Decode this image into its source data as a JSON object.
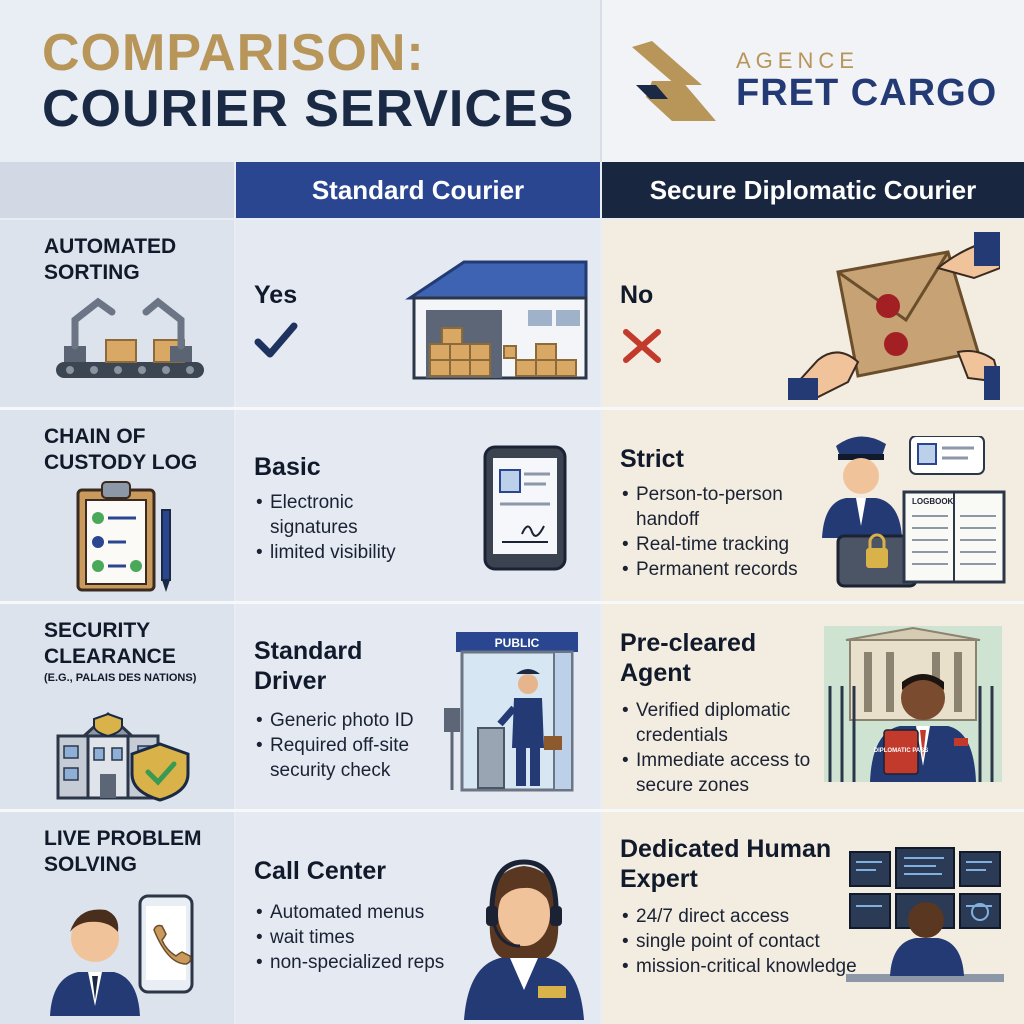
{
  "header": {
    "title_line1": "COMPARISON:",
    "title_line2": "COURIER SERVICES",
    "logo_agence": "AGENCE",
    "logo_name": "FRET CARGO"
  },
  "columns": {
    "standard": "Standard Courier",
    "secure": "Secure Diplomatic Courier"
  },
  "rows": [
    {
      "label": "AUTOMATED SORTING",
      "label_sub": "",
      "standard": {
        "title": "Yes",
        "bullets": []
      },
      "secure": {
        "title": "No",
        "bullets": []
      }
    },
    {
      "label": "CHAIN OF CUSTODY LOG",
      "label_sub": "",
      "standard": {
        "title": "Basic",
        "bullets": [
          "Electronic signatures",
          "limited visibility"
        ]
      },
      "secure": {
        "title": "Strict",
        "bullets": [
          "Person-to-person handoff",
          "Real-time tracking",
          "Permanent records"
        ],
        "logbook_label": "LOGBOOK"
      }
    },
    {
      "label": "SECURITY CLEARANCE",
      "label_sub": "(e.g., PALAIS DES NATIONS)",
      "standard": {
        "title": "Standard Driver",
        "bullets": [
          "Generic photo ID",
          "Required off-site security check"
        ],
        "sign": "PUBLIC"
      },
      "secure": {
        "title": "Pre-cleared Agent",
        "bullets": [
          "Verified diplomatic credentials",
          "Immediate access to secure zones"
        ],
        "pass": "DIPLOMATIC PASS"
      }
    },
    {
      "label": "LIVE PROBLEM SOLVING",
      "label_sub": "",
      "standard": {
        "title": "Call Center",
        "bullets": [
          "Automated menus",
          "wait times",
          "non-specialized reps"
        ]
      },
      "secure": {
        "title": "Dedicated Human Expert",
        "bullets": [
          "24/7 direct access",
          "single point of contact",
          "mission-critical knowledge"
        ]
      }
    }
  ],
  "colors": {
    "gold": "#b8965a",
    "navy": "#1b2a44",
    "royal": "#2a4691",
    "check": "#1e3260",
    "cross": "#c23a2b"
  }
}
